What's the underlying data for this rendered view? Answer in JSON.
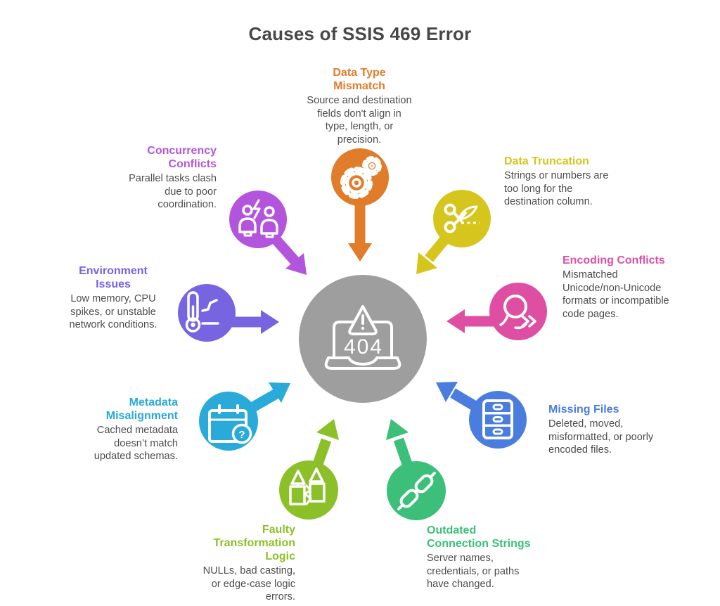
{
  "title": "Causes of SSIS 469 Error",
  "center": {
    "icon": "laptop-404-error-icon",
    "code": "404",
    "color": "#9E9E9E"
  },
  "causes": [
    {
      "id": "data-type-mismatch",
      "title": "Data Type Mismatch",
      "desc": "Source and destination fields don't align in type, length, or precision.",
      "color": "#E07C2A",
      "icon": "gears-icon"
    },
    {
      "id": "data-truncation",
      "title": "Data Truncation",
      "desc": "Strings or numbers are too long for the destination column.",
      "color": "#D6C51D",
      "icon": "scissors-icon"
    },
    {
      "id": "encoding-conflicts",
      "title": "Encoding Conflicts",
      "desc": "Mismatched Unicode/non-Unicode formats or incompatible code pages.",
      "color": "#DE4FA3",
      "icon": "chat-bubble-icon"
    },
    {
      "id": "missing-files",
      "title": "Missing Files",
      "desc": "Deleted, moved, misformatted, or poorly encoded files.",
      "color": "#4A7DDE",
      "icon": "file-cabinet-icon"
    },
    {
      "id": "outdated-connection-strings",
      "title": "Outdated Connection Strings",
      "desc": "Server names, credentials, or paths have changed.",
      "color": "#3BBF79",
      "icon": "chain-link-icon"
    },
    {
      "id": "faulty-transformation-logic",
      "title": "Faulty Transformation Logic",
      "desc": "NULLs, bad casting, or edge-case logic errors.",
      "color": "#8CC029",
      "icon": "broken-candles-icon"
    },
    {
      "id": "metadata-misalignment",
      "title": "Metadata Misalignment",
      "desc": "Cached metadata doesn’t match updated schemas.",
      "color": "#29AAD8",
      "icon": "calendar-question-icon"
    },
    {
      "id": "environment-issues",
      "title": "Environment Issues",
      "desc": "Low memory, CPU spikes, or unstable network conditions.",
      "color": "#7764E1",
      "icon": "thermometer-chart-icon"
    },
    {
      "id": "concurrency-conflicts",
      "title": "Concurrency Conflicts",
      "desc": "Parallel tasks clash due to poor coordination.",
      "color": "#B355DC",
      "icon": "people-conflict-icon"
    }
  ]
}
